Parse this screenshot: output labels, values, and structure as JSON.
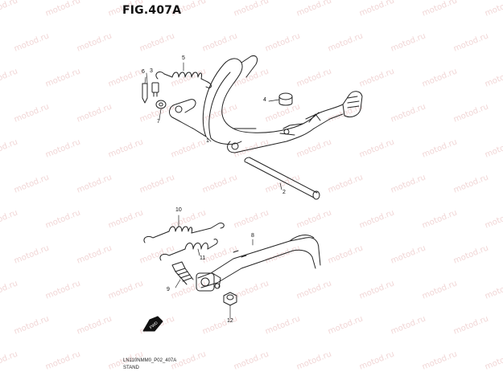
{
  "figure": {
    "title": "FIG.407A",
    "drawing_code": "LN110NMM0_P02_407A",
    "caption": "STAND",
    "watermark": "motod.ru",
    "fwd_label": "FWD"
  },
  "parts": [
    {
      "ref": "1"
    },
    {
      "ref": "2"
    },
    {
      "ref": "3"
    },
    {
      "ref": "4"
    },
    {
      "ref": "5"
    },
    {
      "ref": "6"
    },
    {
      "ref": "7"
    },
    {
      "ref": "8"
    },
    {
      "ref": "9"
    },
    {
      "ref": "10"
    },
    {
      "ref": "11"
    },
    {
      "ref": "12"
    }
  ],
  "colors": {
    "line": "#222222",
    "watermark": "#f1d6d6"
  }
}
